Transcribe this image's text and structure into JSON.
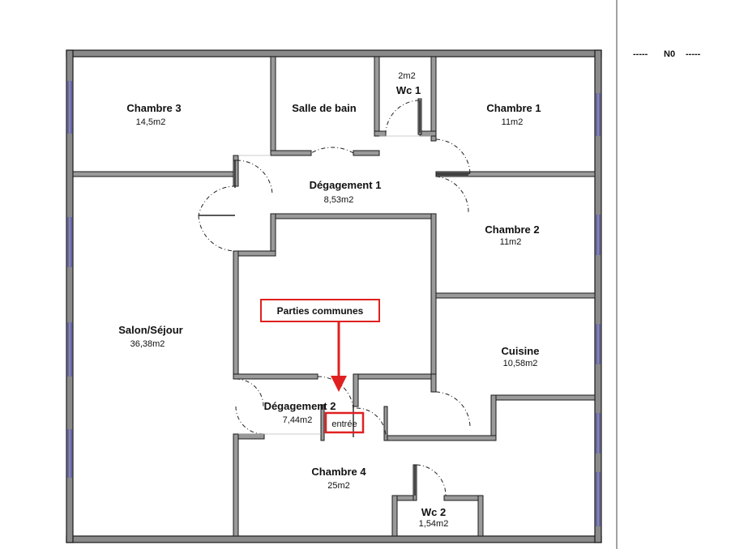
{
  "level": "N0",
  "level_prefix": "-----",
  "level_suffix": "-----",
  "rooms": {
    "chambre3": {
      "name": "Chambre 3",
      "area": "14,5m2"
    },
    "salle_de_bain": {
      "name": "Salle de bain",
      "area": ""
    },
    "wc1": {
      "name": "Wc 1",
      "area": "2m2"
    },
    "chambre1": {
      "name": "Chambre 1",
      "area": "11m2"
    },
    "degagement1": {
      "name": "Dégagement 1",
      "area": "8,53m2"
    },
    "chambre2": {
      "name": "Chambre 2",
      "area": "11m2"
    },
    "salon": {
      "name": "Salon/Séjour",
      "area": "36,38m2"
    },
    "cuisine": {
      "name": "Cuisine",
      "area": "10,58m2"
    },
    "degagement2": {
      "name": "Dégagement 2",
      "area": "7,44m2"
    },
    "chambre4": {
      "name": "Chambre 4",
      "area": "25m2"
    },
    "wc2": {
      "name": "Wc 2",
      "area": "1,54m2"
    }
  },
  "callouts": {
    "parties_communes": "Parties communes",
    "entree": "entrée"
  },
  "colors": {
    "wall": "#8a8a8a",
    "window": "#4b4bd8",
    "callout": "#e02020"
  }
}
